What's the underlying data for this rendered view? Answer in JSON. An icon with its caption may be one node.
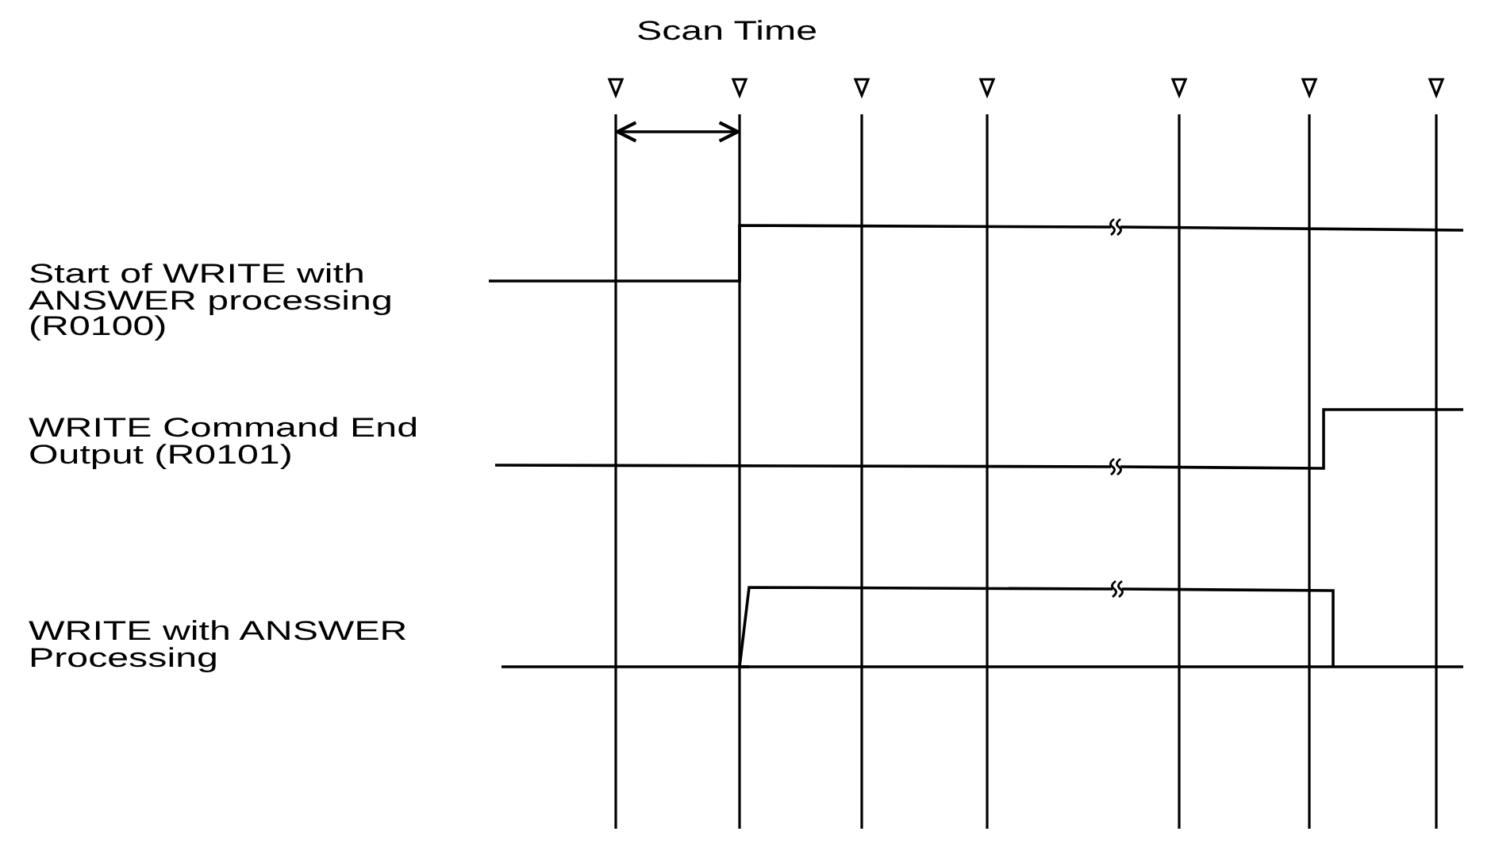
{
  "diagram": {
    "labels": [
      "Scan Time",
      "Start of WRITE with ANSWER processing (R0100)",
      "WRITE Command End Output (R0101)",
      "WRITE with ANSWER Processing"
    ]
  }
}
